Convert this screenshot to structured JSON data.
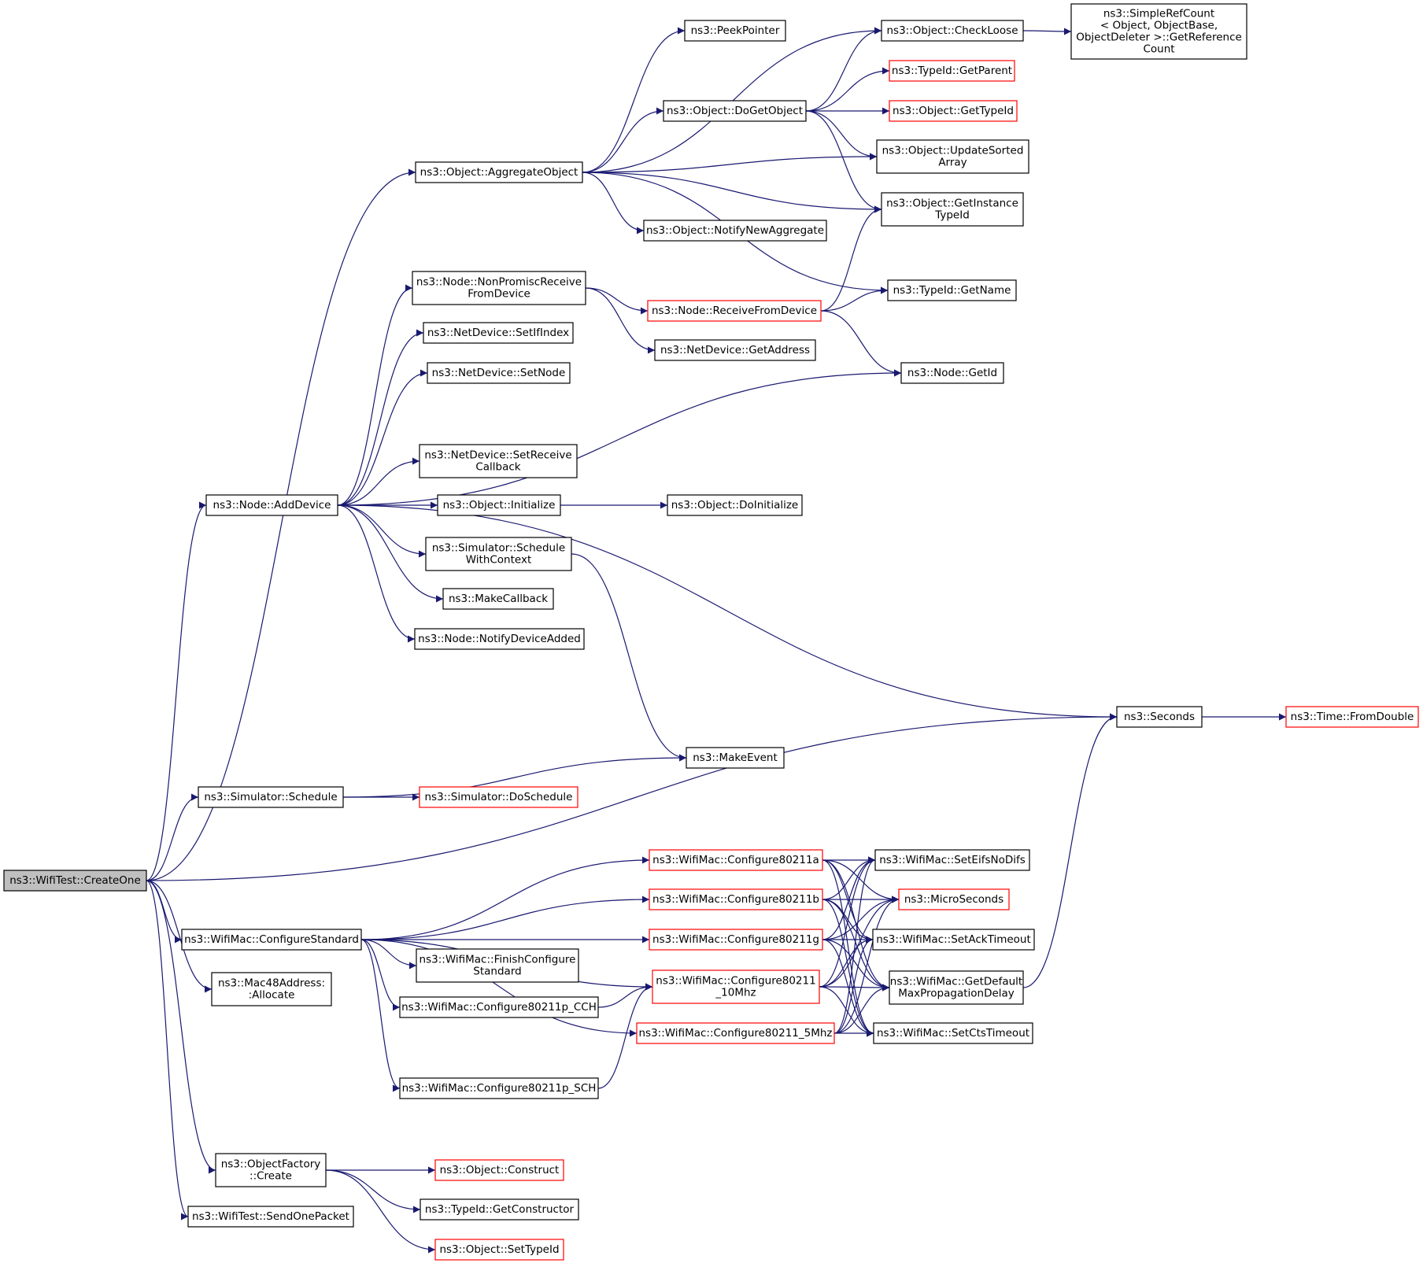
{
  "colors": {
    "edge": "#191970",
    "border_normal": "#000000",
    "border_incomplete": "#ff0000",
    "root_fill": "#bfbfbf"
  },
  "nodes": {
    "createone": {
      "lines": [
        "ns3::WifiTest::CreateOne"
      ],
      "root": true
    },
    "aggregateobject": {
      "lines": [
        "ns3::Object::AggregateObject"
      ]
    },
    "peekpointer": {
      "lines": [
        "ns3::PeekPointer"
      ]
    },
    "checkloose": {
      "lines": [
        "ns3::Object::CheckLoose"
      ]
    },
    "simplerefcount": {
      "lines": [
        "ns3::SimpleRefCount",
        "< Object, ObjectBase,",
        " ObjectDeleter >::GetReference",
        "Count"
      ]
    },
    "getparent": {
      "lines": [
        "ns3::TypeId::GetParent"
      ],
      "red": true
    },
    "dogetobject": {
      "lines": [
        "ns3::Object::DoGetObject"
      ]
    },
    "gettypeid": {
      "lines": [
        "ns3::Object::GetTypeId"
      ],
      "red": true
    },
    "updatesorted": {
      "lines": [
        "ns3::Object::UpdateSorted",
        "Array"
      ]
    },
    "getinstancetypeid": {
      "lines": [
        "ns3::Object::GetInstance",
        "TypeId"
      ]
    },
    "notifynewagg": {
      "lines": [
        "ns3::Object::NotifyNewAggregate"
      ]
    },
    "getname": {
      "lines": [
        "ns3::TypeId::GetName"
      ]
    },
    "nonpromisc": {
      "lines": [
        "ns3::Node::NonPromiscReceive",
        "FromDevice"
      ]
    },
    "receivefromdevice": {
      "lines": [
        "ns3::Node::ReceiveFromDevice"
      ],
      "red": true
    },
    "setifindex": {
      "lines": [
        "ns3::NetDevice::SetIfIndex"
      ]
    },
    "getaddress": {
      "lines": [
        "ns3::NetDevice::GetAddress"
      ]
    },
    "setnode": {
      "lines": [
        "ns3::NetDevice::SetNode"
      ]
    },
    "getid": {
      "lines": [
        "ns3::Node::GetId"
      ]
    },
    "setreceivecb": {
      "lines": [
        "ns3::NetDevice::SetReceive",
        "Callback"
      ]
    },
    "adddevice": {
      "lines": [
        "ns3::Node::AddDevice"
      ]
    },
    "initialize": {
      "lines": [
        "ns3::Object::Initialize"
      ]
    },
    "doinitialize": {
      "lines": [
        "ns3::Object::DoInitialize"
      ]
    },
    "schedwithctx": {
      "lines": [
        "ns3::Simulator::Schedule",
        "WithContext"
      ]
    },
    "makecallback": {
      "lines": [
        "ns3::MakeCallback"
      ]
    },
    "notifydevadded": {
      "lines": [
        "ns3::Node::NotifyDeviceAdded"
      ]
    },
    "seconds": {
      "lines": [
        "ns3::Seconds"
      ]
    },
    "fromdouble": {
      "lines": [
        "ns3::Time::FromDouble"
      ],
      "red": true
    },
    "makeevent": {
      "lines": [
        "ns3::MakeEvent"
      ]
    },
    "schedule": {
      "lines": [
        "ns3::Simulator::Schedule"
      ]
    },
    "doschedule": {
      "lines": [
        "ns3::Simulator::DoSchedule"
      ],
      "red": true
    },
    "cfg80211a": {
      "lines": [
        "ns3::WifiMac::Configure80211a"
      ],
      "red": true
    },
    "seteifsnodifs": {
      "lines": [
        "ns3::WifiMac::SetEifsNoDifs"
      ]
    },
    "cfg80211b": {
      "lines": [
        "ns3::WifiMac::Configure80211b"
      ],
      "red": true
    },
    "microseconds": {
      "lines": [
        "ns3::MicroSeconds"
      ],
      "red": true
    },
    "configurestd": {
      "lines": [
        "ns3::WifiMac::ConfigureStandard"
      ]
    },
    "cfg80211g": {
      "lines": [
        "ns3::WifiMac::Configure80211g"
      ],
      "red": true
    },
    "setacktimeout": {
      "lines": [
        "ns3::WifiMac::SetAckTimeout"
      ]
    },
    "finishcfgstd": {
      "lines": [
        "ns3::WifiMac::FinishConfigure",
        "Standard"
      ]
    },
    "cfg10mhz": {
      "lines": [
        "ns3::WifiMac::Configure80211",
        "_10Mhz"
      ],
      "red": true
    },
    "getdefaultmaxprop": {
      "lines": [
        "ns3::WifiMac::GetDefault",
        "MaxPropagationDelay"
      ]
    },
    "mac48allocate": {
      "lines": [
        "ns3::Mac48Address:",
        ":Allocate"
      ]
    },
    "cfg80211pcch": {
      "lines": [
        "ns3::WifiMac::Configure80211p_CCH"
      ]
    },
    "cfg5mhz": {
      "lines": [
        "ns3::WifiMac::Configure80211_5Mhz"
      ],
      "red": true
    },
    "setctstimeout": {
      "lines": [
        "ns3::WifiMac::SetCtsTimeout"
      ]
    },
    "cfg80211psch": {
      "lines": [
        "ns3::WifiMac::Configure80211p_SCH"
      ]
    },
    "objfactorycreate": {
      "lines": [
        "ns3::ObjectFactory",
        "::Create"
      ]
    },
    "construct": {
      "lines": [
        "ns3::Object::Construct"
      ],
      "red": true
    },
    "sendonepacket": {
      "lines": [
        "ns3::WifiTest::SendOnePacket"
      ]
    },
    "getconstructor": {
      "lines": [
        "ns3::TypeId::GetConstructor"
      ]
    },
    "settypeid": {
      "lines": [
        "ns3::Object::SetTypeId"
      ],
      "red": true
    }
  },
  "edges": [
    [
      "createone",
      "aggregateobject"
    ],
    [
      "createone",
      "adddevice"
    ],
    [
      "createone",
      "seconds"
    ],
    [
      "createone",
      "schedule"
    ],
    [
      "createone",
      "configurestd"
    ],
    [
      "createone",
      "mac48allocate"
    ],
    [
      "createone",
      "objfactorycreate"
    ],
    [
      "createone",
      "sendonepacket"
    ],
    [
      "aggregateobject",
      "peekpointer"
    ],
    [
      "aggregateobject",
      "checkloose"
    ],
    [
      "aggregateobject",
      "dogetobject"
    ],
    [
      "aggregateobject",
      "updatesorted"
    ],
    [
      "aggregateobject",
      "getinstancetypeid"
    ],
    [
      "aggregateobject",
      "notifynewagg"
    ],
    [
      "aggregateobject",
      "getname"
    ],
    [
      "checkloose",
      "simplerefcount"
    ],
    [
      "dogetobject",
      "checkloose"
    ],
    [
      "dogetobject",
      "getparent"
    ],
    [
      "dogetobject",
      "gettypeid"
    ],
    [
      "dogetobject",
      "updatesorted"
    ],
    [
      "dogetobject",
      "getinstancetypeid"
    ],
    [
      "adddevice",
      "nonpromisc"
    ],
    [
      "adddevice",
      "setifindex"
    ],
    [
      "adddevice",
      "setnode"
    ],
    [
      "adddevice",
      "getid"
    ],
    [
      "adddevice",
      "setreceivecb"
    ],
    [
      "adddevice",
      "initialize"
    ],
    [
      "adddevice",
      "schedwithctx"
    ],
    [
      "adddevice",
      "makecallback"
    ],
    [
      "adddevice",
      "notifydevadded"
    ],
    [
      "adddevice",
      "seconds"
    ],
    [
      "nonpromisc",
      "receivefromdevice"
    ],
    [
      "nonpromisc",
      "getaddress"
    ],
    [
      "receivefromdevice",
      "getinstancetypeid"
    ],
    [
      "receivefromdevice",
      "getname"
    ],
    [
      "receivefromdevice",
      "getid"
    ],
    [
      "initialize",
      "doinitialize"
    ],
    [
      "schedwithctx",
      "makeevent"
    ],
    [
      "seconds",
      "fromdouble"
    ],
    [
      "schedule",
      "makeevent"
    ],
    [
      "schedule",
      "doschedule"
    ],
    [
      "configurestd",
      "cfg80211a"
    ],
    [
      "configurestd",
      "cfg80211b"
    ],
    [
      "configurestd",
      "cfg80211g"
    ],
    [
      "configurestd",
      "finishcfgstd"
    ],
    [
      "configurestd",
      "cfg80211pcch"
    ],
    [
      "configurestd",
      "cfg10mhz"
    ],
    [
      "configurestd",
      "cfg80211psch"
    ],
    [
      "configurestd",
      "cfg5mhz"
    ],
    [
      "cfg80211a",
      "seteifsnodifs"
    ],
    [
      "cfg80211a",
      "microseconds"
    ],
    [
      "cfg80211a",
      "setacktimeout"
    ],
    [
      "cfg80211a",
      "getdefaultmaxprop"
    ],
    [
      "cfg80211a",
      "setctstimeout"
    ],
    [
      "cfg80211b",
      "seteifsnodifs"
    ],
    [
      "cfg80211b",
      "microseconds"
    ],
    [
      "cfg80211b",
      "setacktimeout"
    ],
    [
      "cfg80211b",
      "getdefaultmaxprop"
    ],
    [
      "cfg80211b",
      "setctstimeout"
    ],
    [
      "cfg80211g",
      "seteifsnodifs"
    ],
    [
      "cfg80211g",
      "microseconds"
    ],
    [
      "cfg80211g",
      "setacktimeout"
    ],
    [
      "cfg80211g",
      "getdefaultmaxprop"
    ],
    [
      "cfg80211g",
      "setctstimeout"
    ],
    [
      "cfg10mhz",
      "seteifsnodifs"
    ],
    [
      "cfg10mhz",
      "microseconds"
    ],
    [
      "cfg10mhz",
      "setacktimeout"
    ],
    [
      "cfg10mhz",
      "getdefaultmaxprop"
    ],
    [
      "cfg10mhz",
      "setctstimeout"
    ],
    [
      "cfg5mhz",
      "seteifsnodifs"
    ],
    [
      "cfg5mhz",
      "microseconds"
    ],
    [
      "cfg5mhz",
      "setacktimeout"
    ],
    [
      "cfg5mhz",
      "getdefaultmaxprop"
    ],
    [
      "cfg5mhz",
      "setctstimeout"
    ],
    [
      "cfg80211pcch",
      "cfg10mhz"
    ],
    [
      "cfg80211psch",
      "cfg10mhz"
    ],
    [
      "getdefaultmaxprop",
      "seconds"
    ],
    [
      "objfactorycreate",
      "construct"
    ],
    [
      "objfactorycreate",
      "getconstructor"
    ],
    [
      "objfactorycreate",
      "settypeid"
    ]
  ]
}
